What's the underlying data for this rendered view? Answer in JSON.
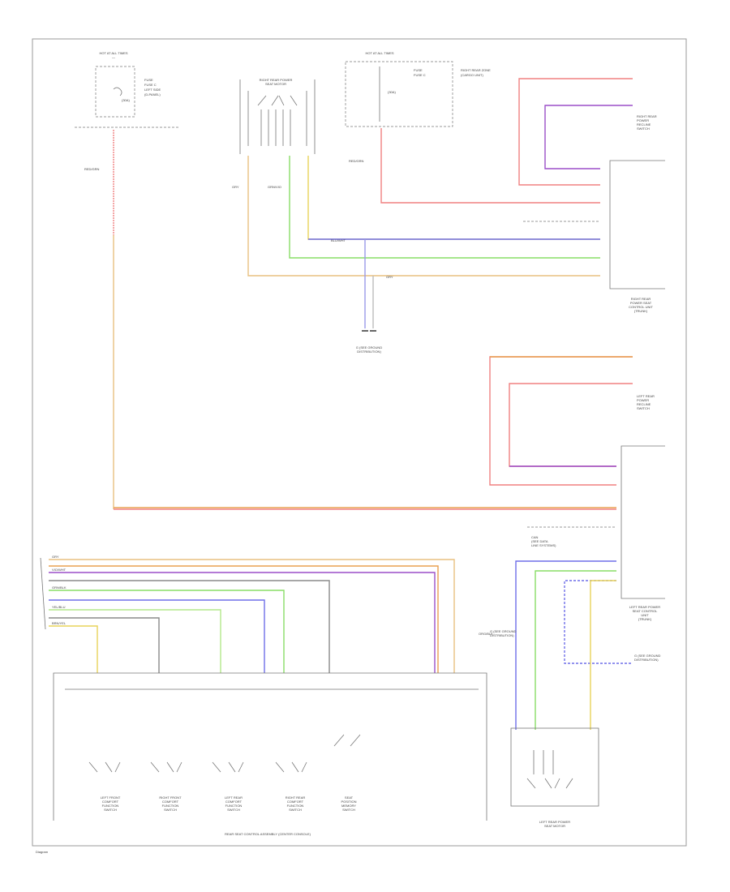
{
  "colors": {
    "red": "#f08080",
    "purple": "#9b4fc8",
    "blue": "#6f6fe8",
    "green": "#88dd66",
    "yellow": "#e8d35a",
    "orange": "#e8a050",
    "gray": "#8a8a8a",
    "lightgreen": "#b4e88a"
  },
  "fuse_left": {
    "top": "HOT AT ALL TIMES",
    "fuse": "FUSE",
    "fuse2": "FUSE C",
    "fuse3": "(30A)",
    "desc": "LEFT SIDE",
    "desc2": "(D-PANEL)"
  },
  "fuse_right": {
    "top": "HOT AT ALL TIMES",
    "fuse": "FUSE",
    "fuse2": "FUSE C",
    "fuse3": "(30A)",
    "desc": "RIGHT REAR ZONE",
    "desc2": "(CARGO UNIT)"
  },
  "motor_top": {
    "label": "RIGHT REAR POWER",
    "label2": "SEAT MOTOR"
  },
  "wire_labels": {
    "red_left": "RED/GRN",
    "gry": "GRY",
    "grn_vio": "GRN/VIO",
    "red_grn": "RED/GRN",
    "blu_wht": "BLU/WHT",
    "org_blk": "ORG/BLK",
    "gry2": "GRY",
    "vio": "VIO/WHT",
    "grn_blk": "GRN/BLK",
    "yel": "YEL/BLU",
    "brn": "BRN/YEL"
  },
  "right_top_module": {
    "l1": "RIGHT REAR",
    "l2": "POWER SEAT",
    "l3": "CONTROL UNIT",
    "l4": "(TRUNK)"
  },
  "right_top_switch": {
    "l1": "RIGHT REAR",
    "l2": "POWER",
    "l3": "RECLINE",
    "l4": "SWITCH"
  },
  "ground_top": {
    "l1": "G (SEE GROUND",
    "l2": "DISTRIBUTION)"
  },
  "left_mid_switch": {
    "l1": "LEFT REAR",
    "l2": "POWER",
    "l3": "RECLINE",
    "l4": "SWITCH"
  },
  "left_module": {
    "l1": "LEFT REAR POWER",
    "l2": "SEAT CONTROL",
    "l3": "UNIT",
    "l4": "(TRUNK)"
  },
  "can_label": {
    "l1": "CAN",
    "l2": "(SEE DATA",
    "l3": "LINE SYSTEMS)"
  },
  "ground_mid": {
    "l1": "G (SEE GROUND",
    "l2": "DISTRIBUTION)"
  },
  "ground_right": {
    "l1": "G (SEE GROUND",
    "l2": "DISTRIBUTION)"
  },
  "bottom_switches": [
    {
      "l1": "LEFT FRONT",
      "l2": "COMFORT",
      "l3": "FUNCTION",
      "l4": "SWITCH"
    },
    {
      "l1": "RIGHT FRONT",
      "l2": "COMFORT",
      "l3": "FUNCTION",
      "l4": "SWITCH"
    },
    {
      "l1": "LEFT REAR",
      "l2": "COMFORT",
      "l3": "FUNCTION",
      "l4": "SWITCH"
    },
    {
      "l1": "RIGHT REAR",
      "l2": "COMFORT",
      "l3": "FUNCTION",
      "l4": "SWITCH"
    },
    {
      "l1": "SEAT",
      "l2": "POSITION",
      "l3": "MEMORY",
      "l4": "SWITCH"
    }
  ],
  "bottom_panel": "REAR SEAT CONTROL ASSEMBLY (CENTER CONSOLE)",
  "lr_motor": {
    "l1": "LEFT REAR POWER",
    "l2": "SEAT MOTOR"
  },
  "footer": "Diagram"
}
